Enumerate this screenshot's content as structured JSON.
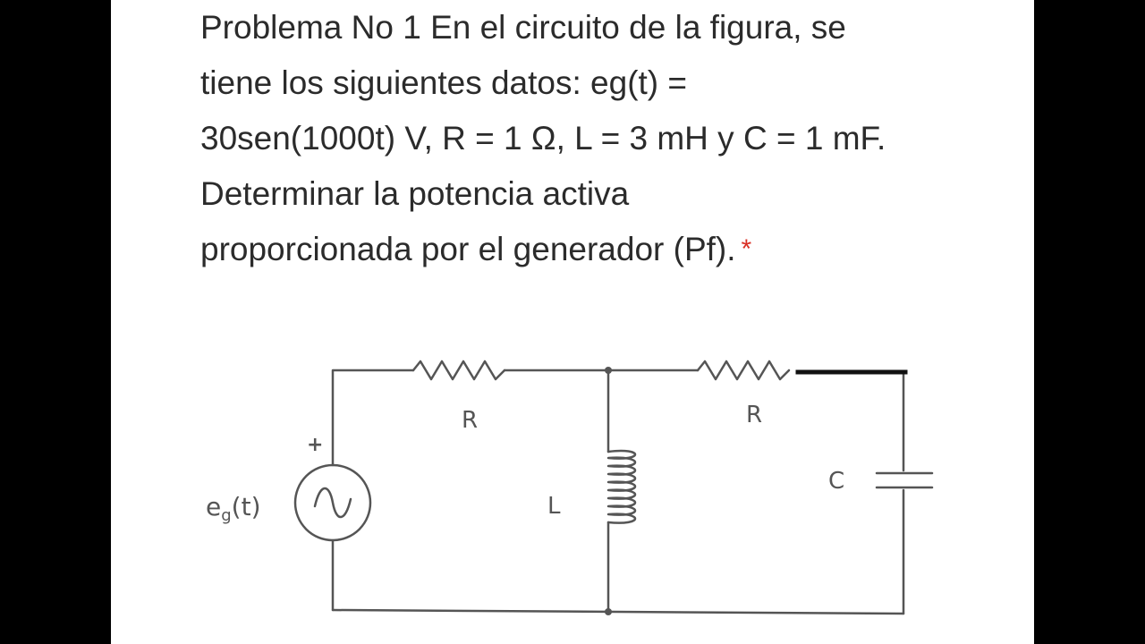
{
  "question": {
    "lines": [
      "Problema No 1 En el circuito de la figura, se",
      "tiene los siguientes datos: eg(t) =",
      "30sen(1000t) V, R = 1 Ω, L = 3 mH y C = 1 mF.",
      "Determinar la potencia activa",
      "proporcionada por el generador (Pf)."
    ],
    "required_marker": "*"
  },
  "circuit": {
    "source_label_main": "e",
    "source_label_sub": "g",
    "source_label_arg": "(t)",
    "source_polarity": "+",
    "source_symbol": "∿",
    "resistor1_label": "R",
    "resistor2_label": "R",
    "inductor_label": "L",
    "capacitor_label": "C"
  },
  "colors": {
    "required": "#d93025",
    "text": "#2b2b2b",
    "wire": "#555555"
  }
}
